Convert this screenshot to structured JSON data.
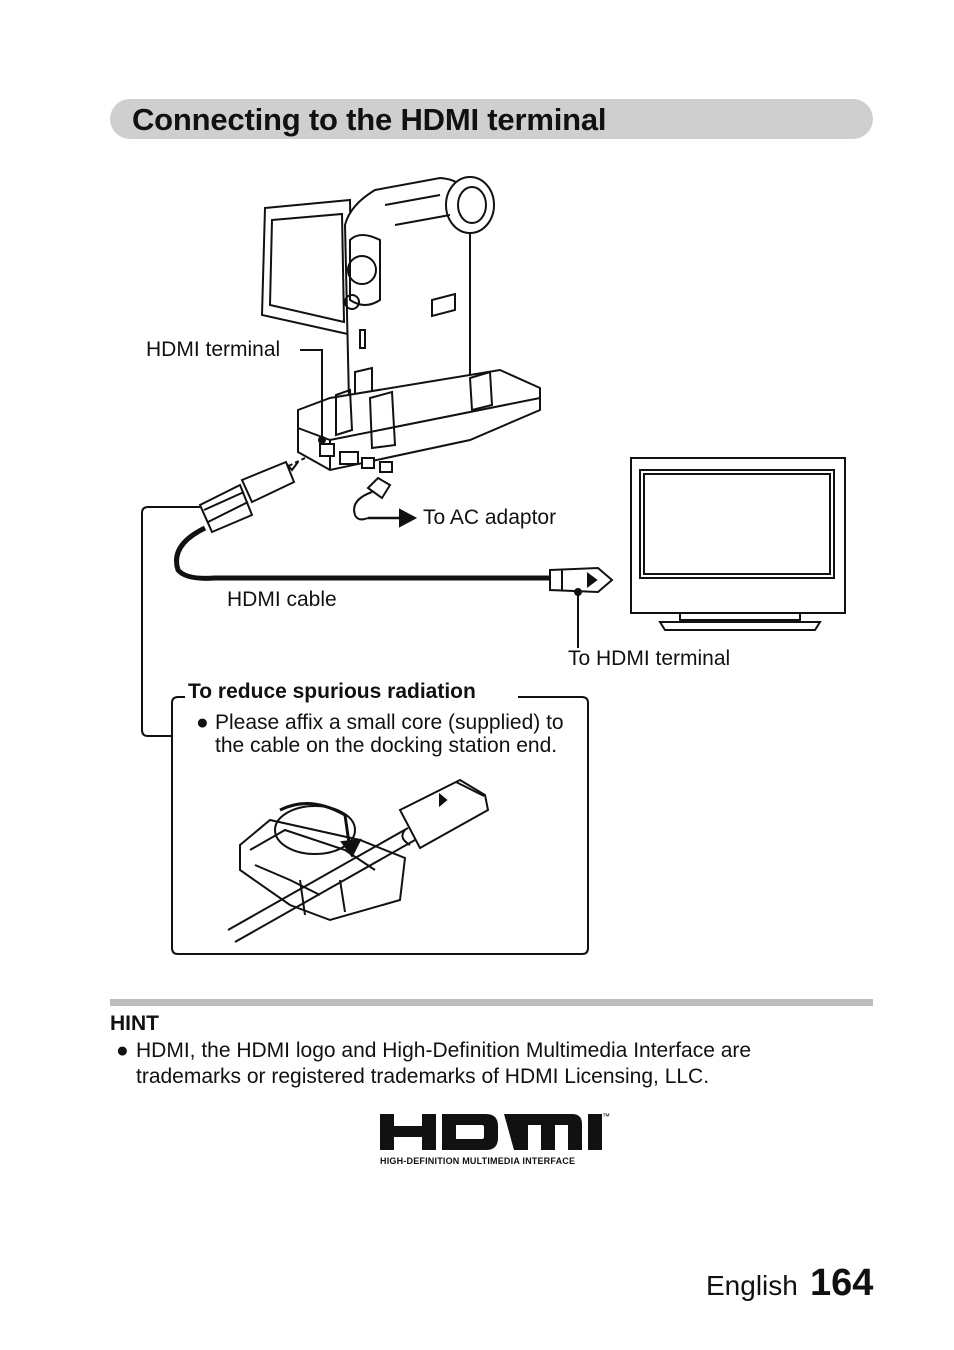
{
  "section_title": "Connecting to the HDMI terminal",
  "labels": {
    "hdmi_terminal": "HDMI terminal",
    "ac_adaptor": "To AC adaptor",
    "hdmi_cable": "HDMI cable",
    "to_hdmi_terminal": "To HDMI terminal"
  },
  "callout": {
    "title": "To reduce spurious radiation",
    "bullet": "●",
    "text": "Please affix a small core (supplied) to the cable on the docking station end."
  },
  "hint": {
    "title": "HINT",
    "bullet": "●",
    "text": "HDMI, the HDMI logo and High-Definition Multimedia Interface are trademarks or registered trademarks of HDMI Licensing, LLC."
  },
  "logo": {
    "wordmark": "HDMI",
    "trademark": "™",
    "tagline": "HIGH-DEFINITION MULTIMEDIA INTERFACE"
  },
  "footer": {
    "language": "English",
    "page_number": "164"
  }
}
